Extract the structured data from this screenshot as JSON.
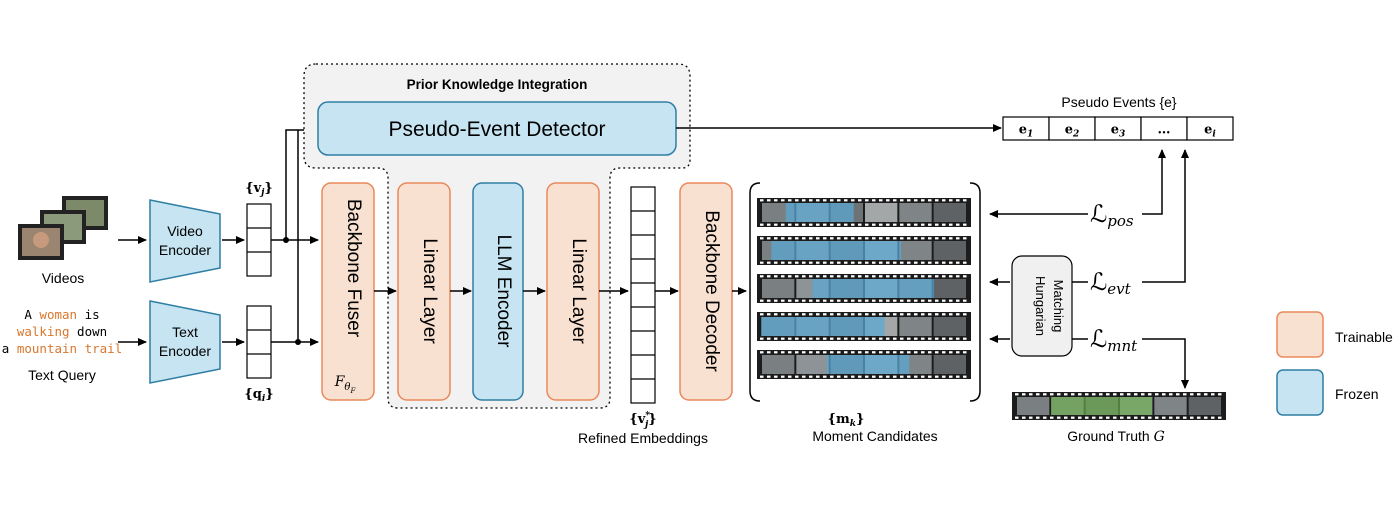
{
  "colors": {
    "trainable_fill": "#f9e1d1",
    "trainable_stroke": "#e8895a",
    "frozen_fill": "#c6e4f1",
    "frozen_stroke": "#2f7ea3",
    "prior_bg": "#f2f2f2",
    "query_orange": "#d9772d",
    "gt_green": "#6aa84f",
    "moment_blue": "#5aa9d6"
  },
  "inputs": {
    "videos_label": "Videos",
    "query_words": [
      {
        "text": "A ",
        "highlight": false
      },
      {
        "text": "woman",
        "highlight": true
      },
      {
        "text": " is",
        "highlight": false
      }
    ],
    "query_words_2": [
      {
        "text": "walking",
        "highlight": true
      },
      {
        "text": " down",
        "highlight": false
      }
    ],
    "query_words_3": [
      {
        "text": "a ",
        "highlight": false
      },
      {
        "text": "mountain trail",
        "highlight": true
      }
    ],
    "text_query_label": "Text Query"
  },
  "encoders": {
    "video_line1": "Video",
    "video_line2": "Encoder",
    "text_line1": "Text",
    "text_line2": "Encoder"
  },
  "features": {
    "video_label": "{v",
    "video_sub": "j",
    "text_label": "{q",
    "text_sub": "i"
  },
  "prior": {
    "title": "Prior Knowledge Integration",
    "detector": "Pseudo-Event Detector"
  },
  "modules": {
    "backbone_fuser": "Backbone Fuser",
    "fuser_symbol": "F",
    "fuser_sub": "θ",
    "fuser_subsub": "F",
    "linear_layer_1": "Linear Layer",
    "llm_encoder": "LLM Encoder",
    "linear_layer_2": "Linear Layer",
    "backbone_decoder": "Backbone Decoder"
  },
  "refined": {
    "symbol": "{v",
    "sub": "j",
    "sup": "*",
    "label": "Refined Embeddings"
  },
  "moments": {
    "symbol": "{m",
    "sub": "k",
    "label": "Moment Candidates"
  },
  "pseudo_events": {
    "title": "Pseudo Events {e}",
    "cells": [
      {
        "main": "e",
        "sub": "1"
      },
      {
        "main": "e",
        "sub": "2"
      },
      {
        "main": "e",
        "sub": "3"
      },
      {
        "main": "…",
        "sub": ""
      },
      {
        "main": "e",
        "sub": "i"
      }
    ]
  },
  "losses": [
    {
      "main": "ℒ",
      "sub": "pos"
    },
    {
      "main": "ℒ",
      "sub": "evt"
    },
    {
      "main": "ℒ",
      "sub": "mnt"
    }
  ],
  "hungarian": {
    "line1": "Hungarian",
    "line2": "Matching"
  },
  "ground_truth": {
    "label": "Ground Truth ",
    "symbol": "G"
  },
  "legend": {
    "trainable": "Trainable",
    "frozen": "Frozen"
  }
}
